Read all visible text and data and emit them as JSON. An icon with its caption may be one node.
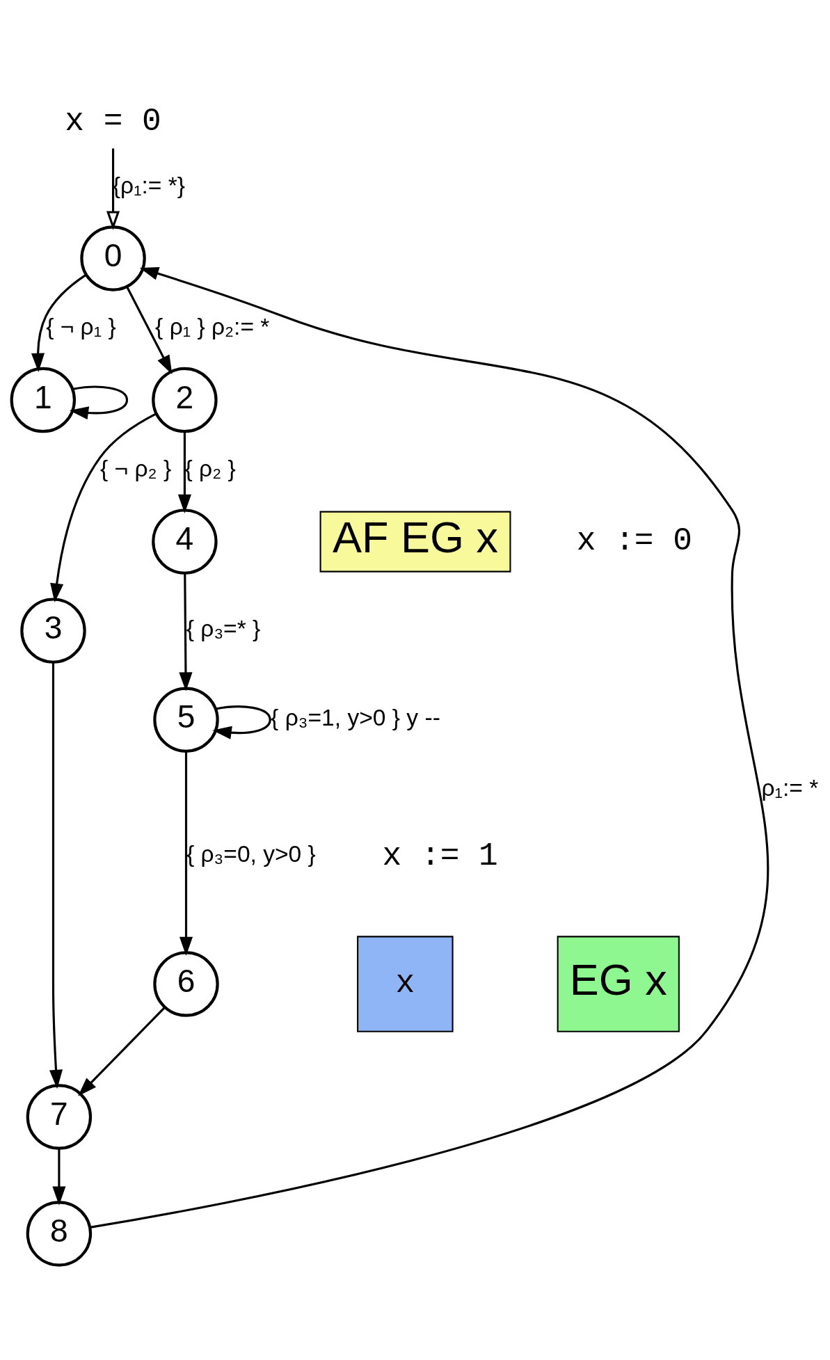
{
  "diagram": {
    "nodes": [
      {
        "text": [
          "x = 0"
        ]
      },
      {
        "text": [
          "0"
        ]
      },
      {
        "text": [
          "1"
        ]
      },
      {
        "text": [
          "2"
        ]
      },
      {
        "text": [
          "3"
        ]
      },
      {
        "text": [
          "4"
        ]
      },
      {
        "text": [
          "5"
        ]
      },
      {
        "text": [
          "6"
        ]
      },
      {
        "text": [
          "7"
        ]
      },
      {
        "text": [
          "8"
        ]
      },
      {
        "text": [
          "AF EG x"
        ]
      },
      {
        "text": [
          "x"
        ]
      },
      {
        "text": [
          "EG x"
        ]
      }
    ],
    "edges": [
      {
        "from": 0,
        "to": 1,
        "arrow": "to",
        "label": "{ρ₁:= *}"
      },
      {
        "from": 9,
        "to": 1,
        "arrow": "to",
        "label": "ρ₁:= *"
      },
      {
        "from": 1,
        "to": 2,
        "arrow": "to",
        "label": "{ ¬ ρ₁ }"
      },
      {
        "from": 2,
        "to": 2,
        "arrow": "to"
      },
      {
        "from": 1,
        "to": 3,
        "arrow": "to",
        "label": "{ ρ₁ } ρ₂:= *"
      },
      {
        "from": 3,
        "to": 4,
        "arrow": "to",
        "label": "{ ¬ ρ₂ }"
      },
      {
        "from": 3,
        "to": 5,
        "arrow": "to",
        "label": "{ ρ₂ }"
      },
      {
        "from": 5,
        "to": 6,
        "arrow": "to",
        "label": "{ ρ₃=* }"
      },
      {
        "from": 6,
        "to": 6,
        "arrow": "to",
        "label": "{ ρ₃=1, y>0 } y --"
      },
      {
        "from": 6,
        "to": 7,
        "arrow": "to",
        "label": "{ ρ₃=0, y>0 }"
      },
      {
        "from": 7,
        "to": 8,
        "arrow": "to"
      },
      {
        "from": 4,
        "to": 8,
        "arrow": "to"
      },
      {
        "from": 8,
        "to": 9,
        "arrow": "to"
      }
    ],
    "labels": [
      "x := 0",
      "x := 1"
    ]
  }
}
